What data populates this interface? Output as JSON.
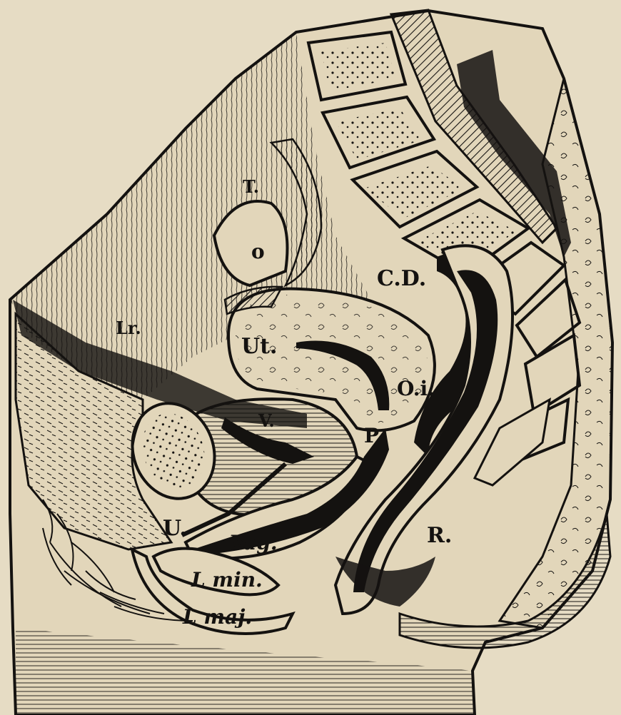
{
  "figure": {
    "paper_color": "#e6dcc4",
    "ink_color": "#141210",
    "tissue_color": "#e2d6ba",
    "labels": {
      "T": "T.",
      "O": "o",
      "CD": "C.D.",
      "Lr": "Lr.",
      "Ut": "Ut.",
      "Oi": "O.i.",
      "V": "V.",
      "P": "P",
      "U": "U.",
      "Vag": "Vag.",
      "R": "R.",
      "Lmin": "L min.",
      "Lmaj": "L maj."
    }
  }
}
